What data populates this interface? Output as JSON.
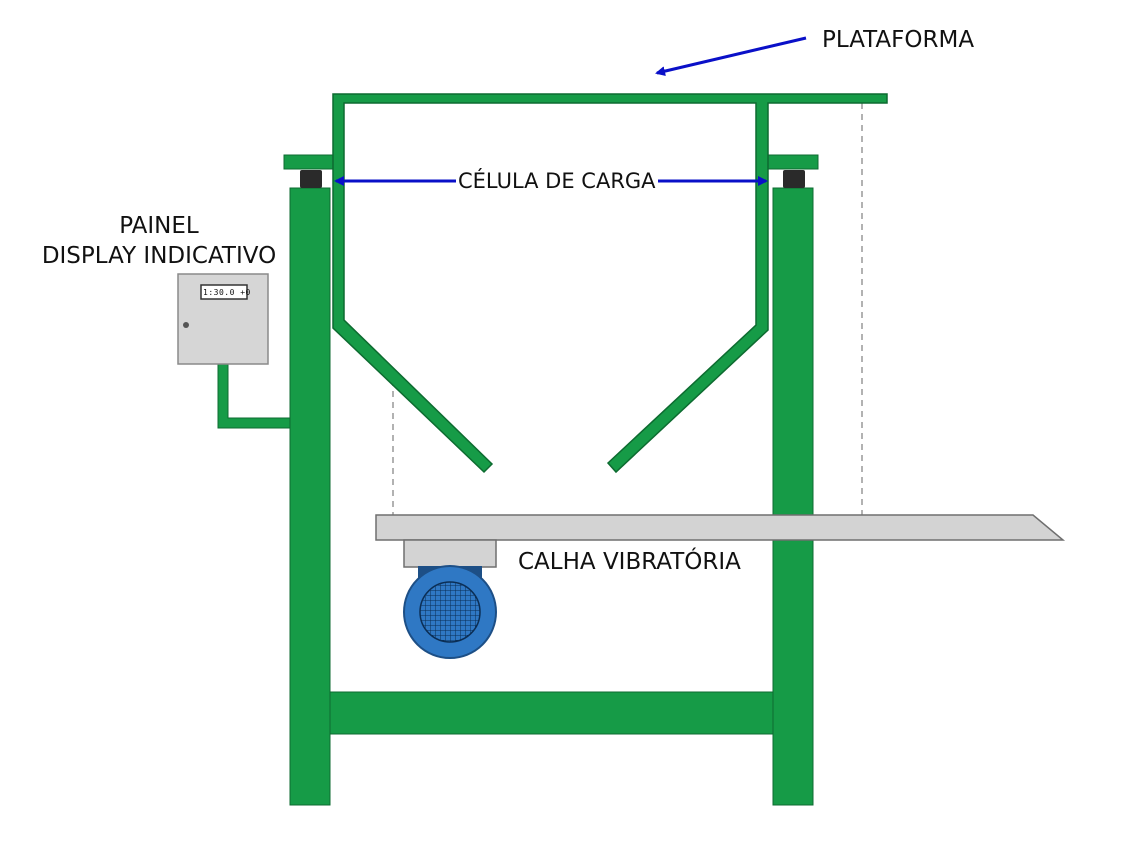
{
  "labels": {
    "plataforma": "PLATAFORMA",
    "celula_de_carga": "CÉLULA DE CARGA",
    "painel_line1": "PAINEL",
    "painel_line2": "DISPLAY INDICATIVO",
    "calha_vibratoria": "CALHA VIBRATÓRIA"
  },
  "panel_display": "1:30.0  +0",
  "colors": {
    "frame": "#169b47",
    "frame_stroke": "#0d6b30",
    "arrow": "#0a10c8",
    "chute": "#d3d3d3",
    "panel": "#d6d6d6",
    "motor": "#2f78c4",
    "load_cell": "#2a2a2a"
  }
}
